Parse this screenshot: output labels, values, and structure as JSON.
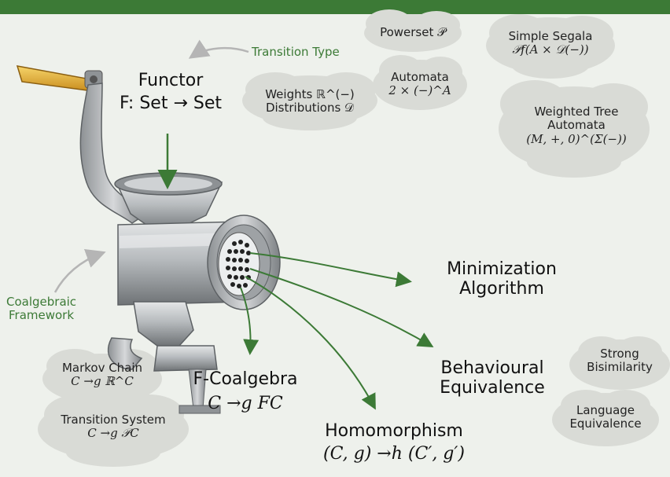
{
  "annotations": {
    "transition_type": "Transition Type",
    "coalgebraic_framework_line1": "Coalgebraic",
    "coalgebraic_framework_line2": "Framework"
  },
  "functor": {
    "title": "Functor",
    "signature": "F: Set → Set"
  },
  "clouds": {
    "powerset": {
      "line1": "Powerset 𝒫"
    },
    "simple_segala": {
      "line1": "Simple Segala",
      "line2": "𝒫f(A × 𝒟(−))"
    },
    "automata": {
      "line1": "Automata",
      "line2": "2 × (−)^A"
    },
    "weights": {
      "line1": "Weights ℝ^(−)",
      "line2": "Distributions 𝒟"
    },
    "weighted_tree": {
      "line1": "Weighted Tree",
      "line2": "Automata",
      "line3": "(M, +, 0)^(Σ(−))"
    },
    "markov_chain": {
      "line1": "Markov Chain",
      "line2": "C →g ℝ^C"
    },
    "transition_system": {
      "line1": "Transition System",
      "line2": "C →g 𝒫C"
    },
    "strong_bisimilarity": {
      "line1": "Strong",
      "line2": "Bisimilarity"
    },
    "language_equivalence": {
      "line1": "Language",
      "line2": "Equivalence"
    }
  },
  "outputs": {
    "minimization_line1": "Minimization",
    "minimization_line2": "Algorithm",
    "behavioural_line1": "Behavioural",
    "behavioural_line2": "Equivalence",
    "coalgebra_line1": "F-Coalgebra",
    "coalgebra_line2": "C →g FC",
    "homomorphism_line1": "Homomorphism",
    "homomorphism_line2": "(C, g) →h (C′, g′)"
  },
  "colors": {
    "accent_green": "#3c7a36",
    "cloud_fill": "#d9dbd6",
    "arrow_gray": "#b5b5b5",
    "metal": "#a9adb0",
    "handle": "#e8b43a"
  }
}
